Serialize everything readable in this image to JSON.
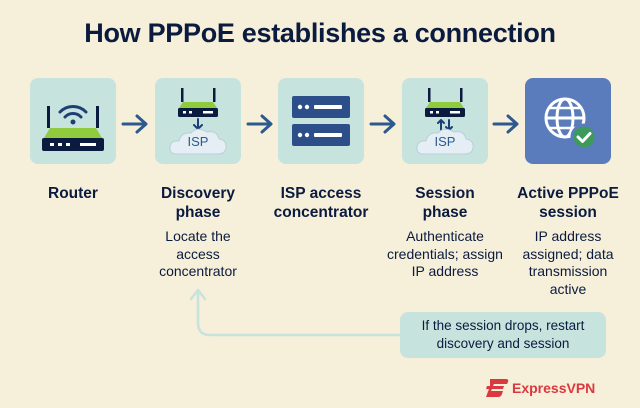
{
  "title": "How PPPoE establishes a connection",
  "steps": [
    {
      "label": "Router",
      "description": ""
    },
    {
      "label": "Discovery phase",
      "description": "Locate the access concentrator"
    },
    {
      "label": "ISP access concentrator",
      "description": ""
    },
    {
      "label": "Session phase",
      "description": "Authenticate credentials; assign IP address"
    },
    {
      "label": "Active PPPoE session",
      "description": "IP address assigned; data transmission active"
    }
  ],
  "badges": {
    "isp": "ISP"
  },
  "note": "If the session drops, restart discovery and session",
  "brand": "ExpressVPN",
  "colors": {
    "background": "#f6efd9",
    "tile": "#c7e3dd",
    "active_tile": "#5a7cbc",
    "text": "#0b1b3f",
    "arrow": "#2d5a8e",
    "brand": "#da3940"
  },
  "icons": [
    "wifi-router-icon",
    "router-cloud-icon",
    "server-icon",
    "router-cloud-exchange-icon",
    "globe-check-icon",
    "arrow-right-icon",
    "expressvpn-logo-icon"
  ]
}
